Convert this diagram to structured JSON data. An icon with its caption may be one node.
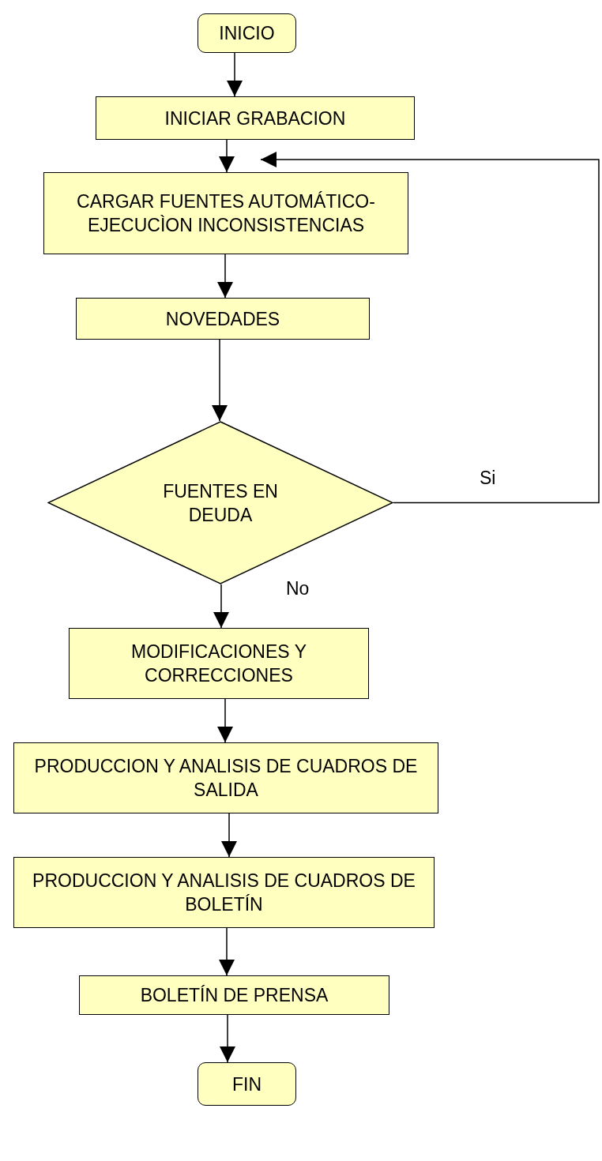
{
  "diagram": {
    "nodes": [
      {
        "text": [
          "INICIO"
        ]
      },
      {
        "text": [
          "INICIAR GRABACION"
        ]
      },
      {
        "text": [
          "CARGAR FUENTES AUTOMÁTICO-EJECUCÌON INCONSISTENCIAS"
        ]
      },
      {
        "text": [
          "NOVEDADES"
        ]
      },
      {
        "text": [
          "FUENTES EN DEUDA"
        ]
      },
      {
        "text": [
          "MODIFICACIONES Y CORRECCIONES"
        ]
      },
      {
        "text": [
          "PRODUCCION Y ANALISIS DE CUADROS DE SALIDA"
        ]
      },
      {
        "text": [
          "PRODUCCION Y ANALISIS DE CUADROS DE BOLETÍN"
        ]
      },
      {
        "text": [
          "BOLETÍN DE PRENSA"
        ]
      },
      {
        "text": [
          "FIN"
        ]
      }
    ],
    "edges": [
      {
        "from": 0,
        "to": 1,
        "arrow": "to"
      },
      {
        "from": 1,
        "to": 2,
        "arrow": "to"
      },
      {
        "from": 2,
        "to": 3,
        "arrow": "to"
      },
      {
        "from": 3,
        "to": 4,
        "arrow": "to"
      },
      {
        "from": 4,
        "to": 5,
        "arrow": "to",
        "label": "No"
      },
      {
        "from": 5,
        "to": 6,
        "arrow": "to"
      },
      {
        "from": 6,
        "to": 7,
        "arrow": "to"
      },
      {
        "from": 7,
        "to": 8,
        "arrow": "to"
      },
      {
        "from": 8,
        "to": 9,
        "arrow": "to"
      },
      {
        "from": 4,
        "to": 2,
        "arrow": "to",
        "label": "Si"
      }
    ]
  }
}
